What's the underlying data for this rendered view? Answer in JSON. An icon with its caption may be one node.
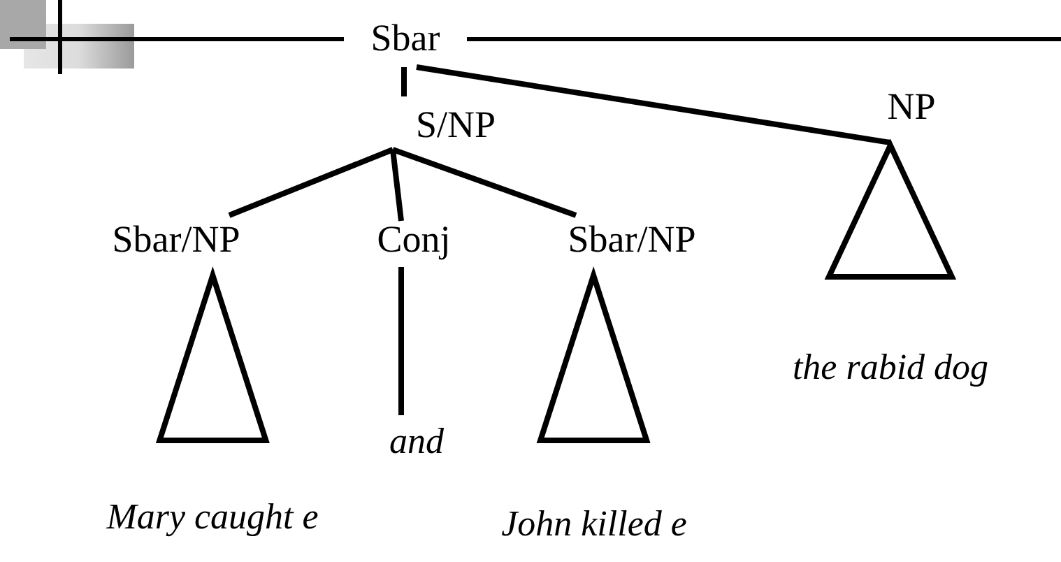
{
  "diagram": {
    "nodes": [
      {
        "text": [
          "Sbar"
        ]
      },
      {
        "text": [
          "S/NP"
        ]
      },
      {
        "text": [
          "NP"
        ]
      },
      {
        "text": [
          "Sbar/NP"
        ]
      },
      {
        "text": [
          "Conj"
        ]
      },
      {
        "text": [
          "Sbar/NP"
        ]
      },
      {
        "text": [],
        "shape": "triangle",
        "beside": [
          "the rabid dog"
        ]
      },
      {
        "text": [],
        "shape": "triangle",
        "beside": [
          "Mary caught e"
        ]
      },
      {
        "text": [
          "and"
        ]
      },
      {
        "text": [],
        "shape": "triangle",
        "beside": [
          "John killed e"
        ]
      }
    ],
    "edges": [
      {
        "from": 0,
        "to": 1,
        "arrow": "none"
      },
      {
        "from": 0,
        "to": 6,
        "arrow": "none"
      },
      {
        "from": 1,
        "to": 3,
        "arrow": "none"
      },
      {
        "from": 1,
        "to": 4,
        "arrow": "none"
      },
      {
        "from": 1,
        "to": 5,
        "arrow": "none"
      },
      {
        "from": 4,
        "to": 8,
        "arrow": "none"
      }
    ]
  }
}
